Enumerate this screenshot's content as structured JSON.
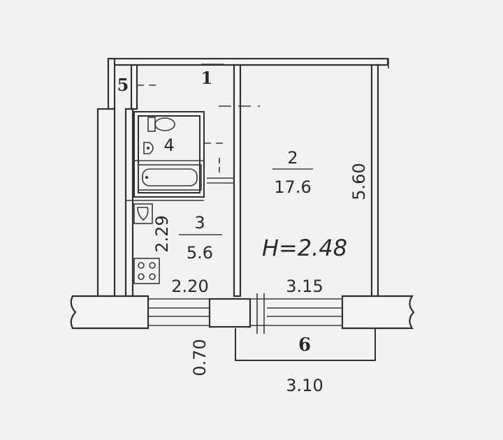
{
  "rooms": {
    "r1": {
      "number": "1"
    },
    "r2": {
      "number": "2",
      "area": "17.6"
    },
    "r3": {
      "number": "3",
      "area": "5.6"
    },
    "r4": {
      "number": "4"
    },
    "r5": {
      "number": "5"
    },
    "r6": {
      "number": "6"
    }
  },
  "dimensions": {
    "height": "H=2.48",
    "room2_depth": "5.60",
    "room3_width": "2.29",
    "kitchen_width": "2.20",
    "room2_width": "3.15",
    "balcony_depth": "0.70",
    "balcony_width": "3.10"
  }
}
